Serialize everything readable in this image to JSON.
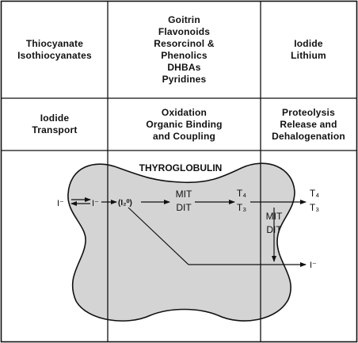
{
  "header_row": {
    "col1": [
      "Thiocyanate",
      "Isothiocyanates"
    ],
    "col2": [
      "Goitrin",
      "Flavonoids",
      "Resorcinol &",
      "Phenolics",
      "DHBAs",
      "Pyridines"
    ],
    "col3": [
      "Iodide",
      "Lithium"
    ]
  },
  "step_row": {
    "col1": [
      "Iodide",
      "Transport"
    ],
    "col2": [
      "Oxidation",
      "Organic Binding",
      "and Coupling"
    ],
    "col3": [
      "Proteolysis",
      "Release and",
      "Dehalogenation"
    ]
  },
  "gland": {
    "title": "THYROGLOBULIN",
    "iodide_outside": "I⁻",
    "iodide_inside": "I⁻",
    "oxidized_iodine": "(I₂⁰)",
    "mit": "MIT",
    "dit": "DIT",
    "t4": "T₄",
    "t3": "T₃",
    "mit_released": "MIT",
    "dit_released": "DIT",
    "t4_out": "T₄",
    "t3_out": "T₃",
    "iodide_out": "I⁻"
  },
  "colors": {
    "gland_fill": "#d4d4d4",
    "line": "#111111"
  }
}
